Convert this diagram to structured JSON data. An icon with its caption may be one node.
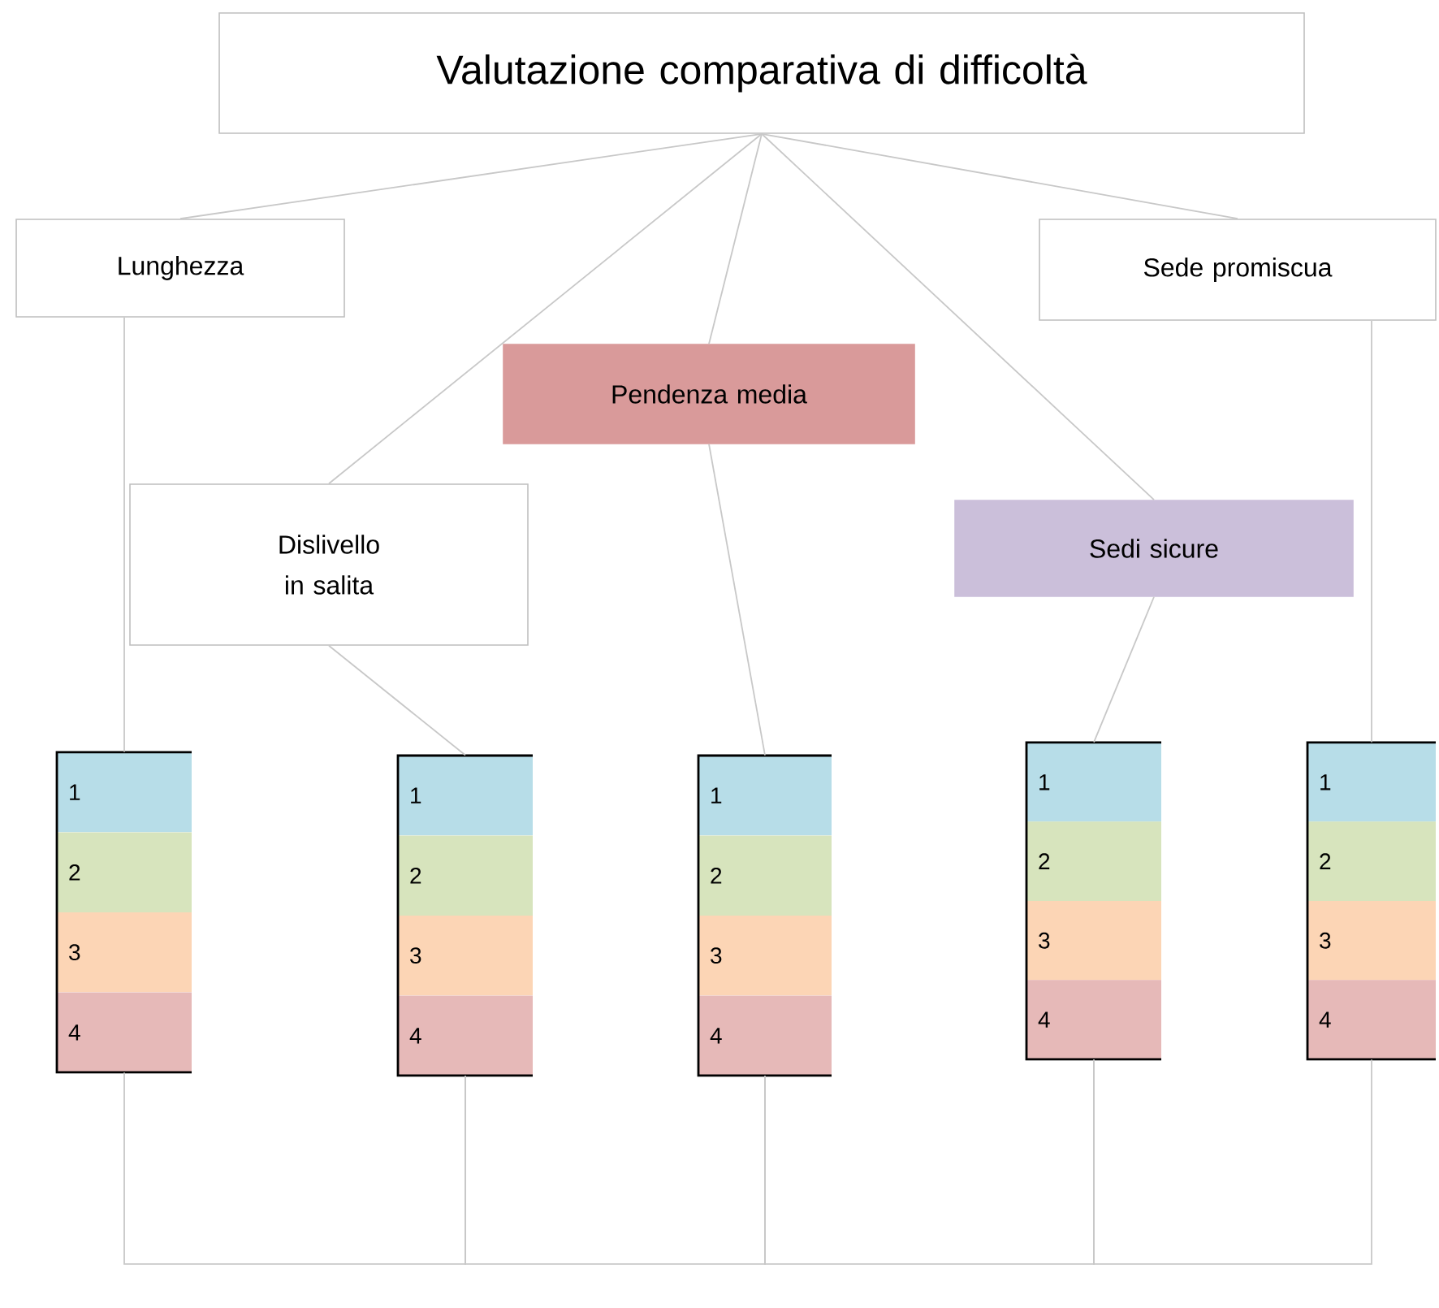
{
  "diagram": {
    "nodes": [
      {
        "text": [
          "Valutazione comparativa di difficoltà"
        ]
      },
      {
        "text": [
          "Lunghezza"
        ]
      },
      {
        "text": [
          "Dislivello in salita"
        ]
      },
      {
        "text": [
          "Pendenza media"
        ]
      },
      {
        "text": [
          "Sedi sicure"
        ]
      },
      {
        "text": [
          "Sede promiscua"
        ]
      },
      {
        "text": [],
        "shape": "box"
      },
      {
        "text": [
          "1"
        ],
        "in": 6
      },
      {
        "text": [
          "2"
        ],
        "in": 6
      },
      {
        "text": [
          "3"
        ],
        "in": 6
      },
      {
        "text": [
          "4"
        ],
        "in": 6
      },
      {
        "text": [],
        "shape": "box"
      },
      {
        "text": [
          "1"
        ],
        "in": 11
      },
      {
        "text": [
          "2"
        ],
        "in": 11
      },
      {
        "text": [
          "3"
        ],
        "in": 11
      },
      {
        "text": [
          "4"
        ],
        "in": 11
      },
      {
        "text": [],
        "shape": "box"
      },
      {
        "text": [
          "1"
        ],
        "in": 16
      },
      {
        "text": [
          "2"
        ],
        "in": 16
      },
      {
        "text": [
          "3"
        ],
        "in": 16
      },
      {
        "text": [
          "4"
        ],
        "in": 16
      },
      {
        "text": [],
        "shape": "box"
      },
      {
        "text": [
          "1"
        ],
        "in": 21
      },
      {
        "text": [
          "2"
        ],
        "in": 21
      },
      {
        "text": [
          "3"
        ],
        "in": 21
      },
      {
        "text": [
          "4"
        ],
        "in": 21
      },
      {
        "text": [],
        "shape": "box"
      },
      {
        "text": [
          "1"
        ],
        "in": 26
      },
      {
        "text": [
          "2"
        ],
        "in": 26
      },
      {
        "text": [
          "3"
        ],
        "in": 26
      },
      {
        "text": [
          "4"
        ],
        "in": 26
      }
    ],
    "edges": [
      {
        "from": 0,
        "to": 1,
        "arrow": "none"
      },
      {
        "from": 0,
        "to": 2,
        "arrow": "none"
      },
      {
        "from": 0,
        "to": 3,
        "arrow": "none"
      },
      {
        "from": 0,
        "to": 4,
        "arrow": "none"
      },
      {
        "from": 0,
        "to": 5,
        "arrow": "none"
      },
      {
        "from": 1,
        "to": 6,
        "arrow": "none"
      },
      {
        "from": 2,
        "to": 11,
        "arrow": "none"
      },
      {
        "from": 3,
        "to": 16,
        "arrow": "none"
      },
      {
        "from": 4,
        "to": 21,
        "arrow": "none"
      },
      {
        "from": 5,
        "to": 26,
        "arrow": "none"
      },
      {
        "from": 6,
        "to": 11,
        "arrow": "none"
      },
      {
        "from": 11,
        "to": 16,
        "arrow": "none"
      },
      {
        "from": 16,
        "to": 21,
        "arrow": "none"
      },
      {
        "from": 21,
        "to": 26,
        "arrow": "none"
      }
    ]
  }
}
